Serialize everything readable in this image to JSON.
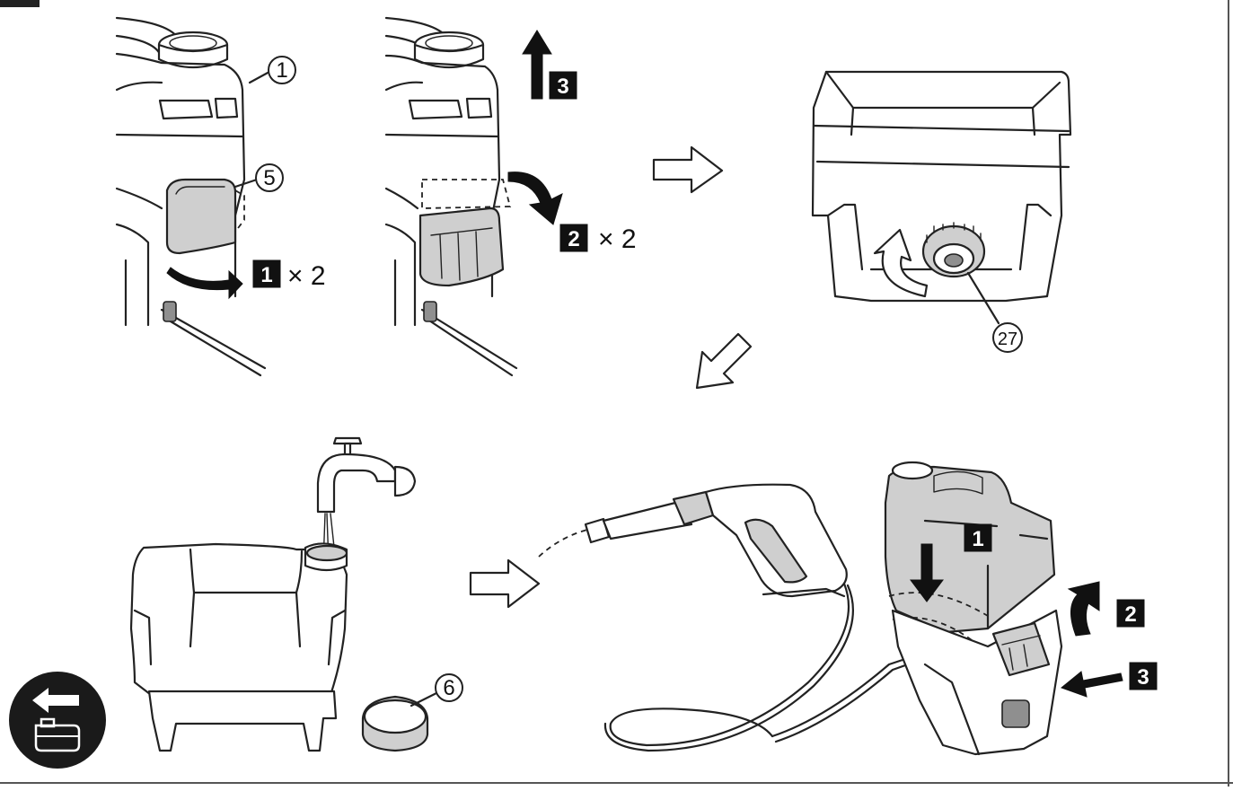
{
  "colors": {
    "ink": "#111111",
    "part_fill": "#cfcfcf",
    "back_badge": "#1a1a1a",
    "border": "#555555"
  },
  "callouts": {
    "tank": "1",
    "cover": "5",
    "plug": "27",
    "cap": "6"
  },
  "steps": {
    "panel1_step": "1",
    "panel1_times": "× 2",
    "panel2_lift": "3",
    "panel2_step": "2",
    "panel2_times": "× 2",
    "panel6_insert": "1",
    "panel6_rotate": "2",
    "panel6_push": "3"
  },
  "back_button": {
    "icon": "back-arrow-battery-icon"
  }
}
